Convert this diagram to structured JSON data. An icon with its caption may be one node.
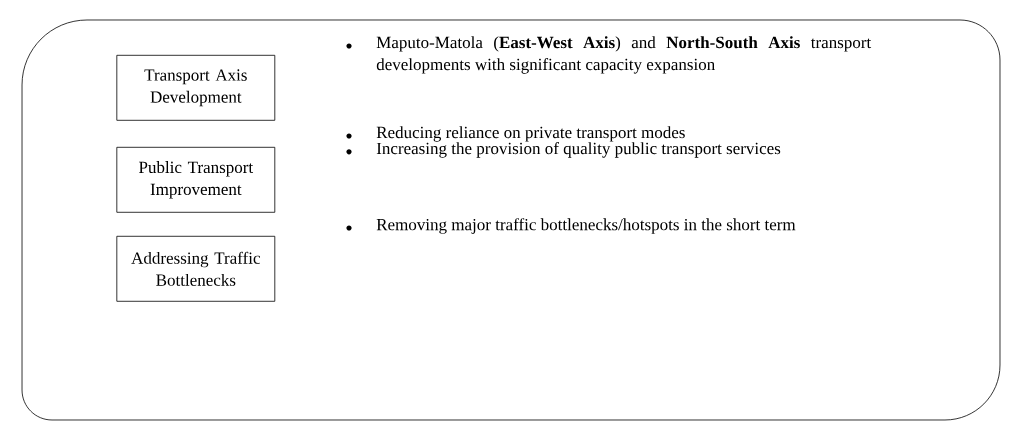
{
  "diagram": {
    "nodes": [
      {
        "text": [],
        "shape": "box"
      },
      {
        "text": [
          "Transport Axis Development"
        ],
        "in": 0
      },
      {
        "text": [
          "Public Transport Improvement"
        ],
        "in": 0
      },
      {
        "text": [
          "Addressing Traffic Bottlenecks"
        ],
        "in": 0
      }
    ],
    "labels": [
      "Maputo-Matola (**East-West Axis**) and **North-South Axis** transport developments with significant capacity expansion",
      "Reducing reliance on private transport modes",
      "Increasing the provision of quality public transport services",
      "Removing major traffic bottlenecks/hotspots in the short term"
    ]
  }
}
